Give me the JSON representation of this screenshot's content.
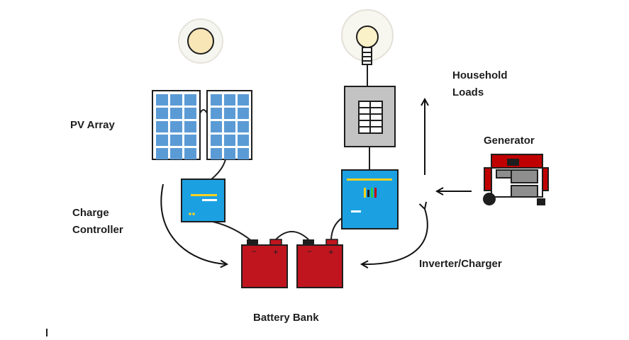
{
  "diagram": {
    "labels": {
      "pv_array": "PV Array",
      "charge_controller_line1": "Charge",
      "charge_controller_line2": "Controller",
      "household_loads_line1": "Household",
      "household_loads_line2": "Loads",
      "generator": "Generator",
      "inverter_charger": "Inverter/Charger",
      "battery_bank": "Battery Bank"
    },
    "battery_terminal_symbols": {
      "negative": "−",
      "positive": "+"
    },
    "colors": {
      "sun_fill": "#f8e6b6",
      "bulb_fill": "#fbf1c8",
      "pv_cell": "#5b9bd5",
      "controller_blue": "#1ba1e2",
      "battery_red": "#c0151f",
      "panel_grey": "#c3c3c3",
      "generator_red": "#c00000"
    }
  }
}
